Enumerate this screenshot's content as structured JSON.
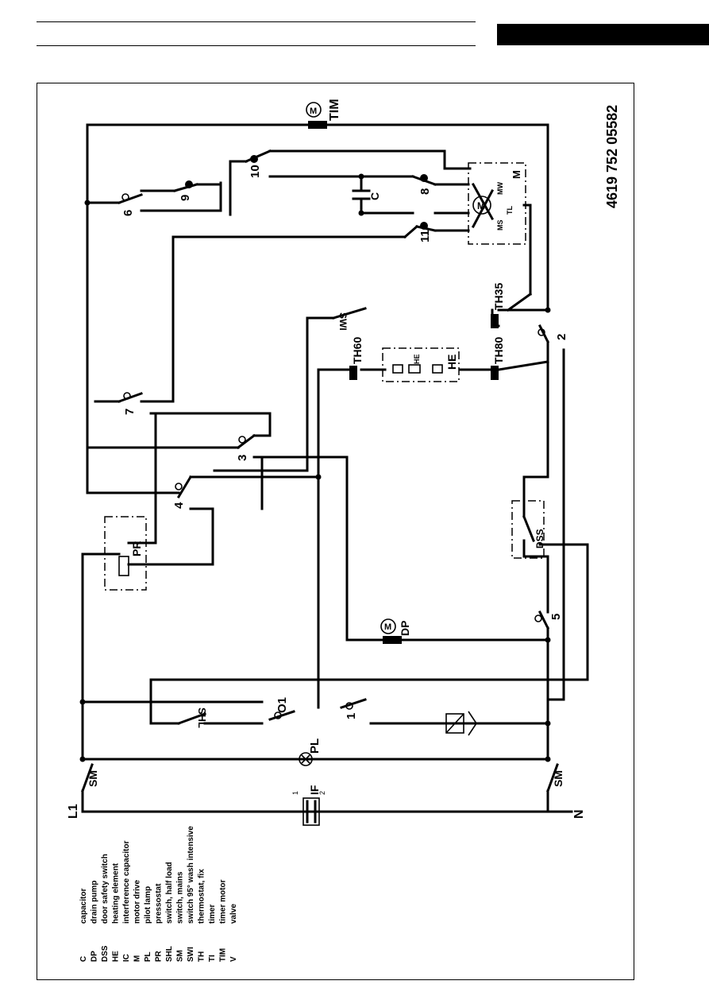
{
  "document": {
    "drawing_number": "4619 752 05582"
  },
  "terminals": {
    "line": "L1",
    "neutral": "N"
  },
  "components": {
    "tim": "TIM",
    "dp": "DP",
    "pl": "PL",
    "pr": "PR",
    "shl": "SHL",
    "sm_top": "SM",
    "sm_bottom": "SM",
    "swi": "SWI",
    "th60": "TH60",
    "th80": "TH80",
    "th35": "TH35",
    "he": "HE",
    "dss": "DSS",
    "c": "C",
    "if": "IF",
    "m": "M",
    "mw": "MW",
    "ms": "MS",
    "tl": "TL"
  },
  "timer_switches": [
    "1",
    "2",
    "3",
    "4",
    "5",
    "6",
    "7",
    "8",
    "9",
    "10",
    "11",
    "O1"
  ],
  "legend": [
    {
      "code": "C",
      "text": "capacitor"
    },
    {
      "code": "DP",
      "text": "drain pump"
    },
    {
      "code": "DSS",
      "text": "door safety switch"
    },
    {
      "code": "HE",
      "text": "heating element"
    },
    {
      "code": "IC",
      "text": "interference capacitor"
    },
    {
      "code": "M",
      "text": "motor drive"
    },
    {
      "code": "PL",
      "text": "pilot lamp"
    },
    {
      "code": "PR",
      "text": "pressostat"
    },
    {
      "code": "SHL",
      "text": "switch, half load"
    },
    {
      "code": "SM",
      "text": "switch, mains"
    },
    {
      "code": "SWI",
      "text": "switch 95° wash intensive"
    },
    {
      "code": "TH",
      "text": "thermostat, fix"
    },
    {
      "code": "TI",
      "text": "timer"
    },
    {
      "code": "TIM",
      "text": "timer motor"
    },
    {
      "code": "V",
      "text": "valve"
    }
  ]
}
